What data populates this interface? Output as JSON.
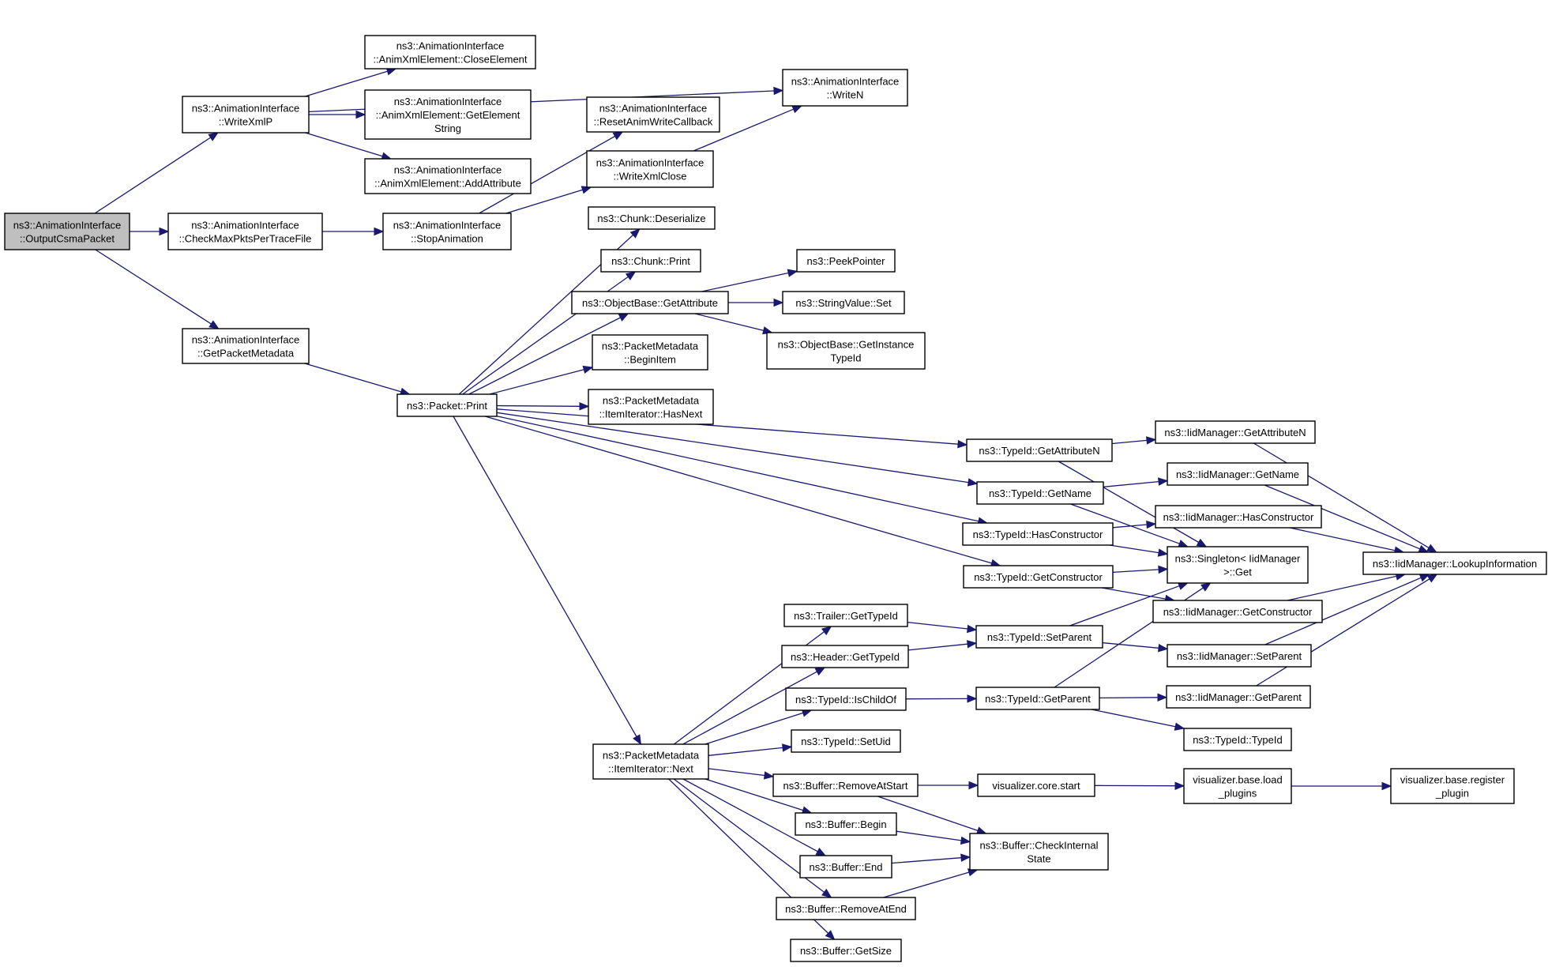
{
  "diagram": {
    "type": "call-graph",
    "colors": {
      "edge": "#191970",
      "node_border": "#000000",
      "root_fill": "#bfbfbf",
      "node_fill": "#ffffff"
    },
    "nodes": [
      {
        "id": "output_csma",
        "lines": [
          "ns3::AnimationInterface",
          "::OutputCsmaPacket"
        ],
        "root": true
      },
      {
        "id": "write_xmlp",
        "lines": [
          "ns3::AnimationInterface",
          "::WriteXmlP"
        ]
      },
      {
        "id": "close_element",
        "lines": [
          "ns3::AnimationInterface",
          "::AnimXmlElement::CloseElement"
        ]
      },
      {
        "id": "get_element_string",
        "lines": [
          "ns3::AnimationInterface",
          "::AnimXmlElement::GetElement",
          "String"
        ]
      },
      {
        "id": "add_attribute",
        "lines": [
          "ns3::AnimationInterface",
          "::AnimXmlElement::AddAttribute"
        ]
      },
      {
        "id": "write_n",
        "lines": [
          "ns3::AnimationInterface",
          "::WriteN"
        ]
      },
      {
        "id": "check_max",
        "lines": [
          "ns3::AnimationInterface",
          "::CheckMaxPktsPerTraceFile"
        ]
      },
      {
        "id": "stop_animation",
        "lines": [
          "ns3::AnimationInterface",
          "::StopAnimation"
        ]
      },
      {
        "id": "reset_anim",
        "lines": [
          "ns3::AnimationInterface",
          "::ResetAnimWriteCallback"
        ]
      },
      {
        "id": "write_xml_close",
        "lines": [
          "ns3::AnimationInterface",
          "::WriteXmlClose"
        ]
      },
      {
        "id": "get_packet_metadata",
        "lines": [
          "ns3::AnimationInterface",
          "::GetPacketMetadata"
        ]
      },
      {
        "id": "packet_print",
        "lines": [
          "ns3::Packet::Print"
        ]
      },
      {
        "id": "chunk_deserialize",
        "lines": [
          "ns3::Chunk::Deserialize"
        ]
      },
      {
        "id": "chunk_print",
        "lines": [
          "ns3::Chunk::Print"
        ]
      },
      {
        "id": "objectbase_getattribute",
        "lines": [
          "ns3::ObjectBase::GetAttribute"
        ]
      },
      {
        "id": "peek_pointer",
        "lines": [
          "ns3::PeekPointer"
        ]
      },
      {
        "id": "stringvalue_set",
        "lines": [
          "ns3::StringValue::Set"
        ]
      },
      {
        "id": "get_instance_typeid",
        "lines": [
          "ns3::ObjectBase::GetInstance",
          "TypeId"
        ]
      },
      {
        "id": "begin_item",
        "lines": [
          "ns3::PacketMetadata",
          "::BeginItem"
        ]
      },
      {
        "id": "item_has_next",
        "lines": [
          "ns3::PacketMetadata",
          "::ItemIterator::HasNext"
        ]
      },
      {
        "id": "typeid_getattributen",
        "lines": [
          "ns3::TypeId::GetAttributeN"
        ]
      },
      {
        "id": "iid_getattributen",
        "lines": [
          "ns3::IidManager::GetAttributeN"
        ]
      },
      {
        "id": "typeid_getname",
        "lines": [
          "ns3::TypeId::GetName"
        ]
      },
      {
        "id": "iid_getname",
        "lines": [
          "ns3::IidManager::GetName"
        ]
      },
      {
        "id": "typeid_hasconstructor",
        "lines": [
          "ns3::TypeId::HasConstructor"
        ]
      },
      {
        "id": "iid_hasconstructor",
        "lines": [
          "ns3::IidManager::HasConstructor"
        ]
      },
      {
        "id": "singleton_get",
        "lines": [
          "ns3::Singleton< IidManager",
          ">::Get"
        ]
      },
      {
        "id": "iid_lookup",
        "lines": [
          "ns3::IidManager::LookupInformation"
        ]
      },
      {
        "id": "typeid_getconstructor",
        "lines": [
          "ns3::TypeId::GetConstructor"
        ]
      },
      {
        "id": "iid_getconstructor",
        "lines": [
          "ns3::IidManager::GetConstructor"
        ]
      },
      {
        "id": "trailer_gettypeid",
        "lines": [
          "ns3::Trailer::GetTypeId"
        ]
      },
      {
        "id": "typeid_setparent",
        "lines": [
          "ns3::TypeId::SetParent"
        ]
      },
      {
        "id": "iid_setparent",
        "lines": [
          "ns3::IidManager::SetParent"
        ]
      },
      {
        "id": "header_gettypeid",
        "lines": [
          "ns3::Header::GetTypeId"
        ]
      },
      {
        "id": "typeid_ischildof",
        "lines": [
          "ns3::TypeId::IsChildOf"
        ]
      },
      {
        "id": "typeid_getparent",
        "lines": [
          "ns3::TypeId::GetParent"
        ]
      },
      {
        "id": "iid_getparent",
        "lines": [
          "ns3::IidManager::GetParent"
        ]
      },
      {
        "id": "typeid_typeid",
        "lines": [
          "ns3::TypeId::TypeId"
        ]
      },
      {
        "id": "typeid_setuid",
        "lines": [
          "ns3::TypeId::SetUid"
        ]
      },
      {
        "id": "item_next",
        "lines": [
          "ns3::PacketMetadata",
          "::ItemIterator::Next"
        ]
      },
      {
        "id": "buffer_removeatstart",
        "lines": [
          "ns3::Buffer::RemoveAtStart"
        ]
      },
      {
        "id": "vis_core_start",
        "lines": [
          "visualizer.core.start"
        ]
      },
      {
        "id": "vis_load_plugins",
        "lines": [
          "visualizer.base.load",
          "_plugins"
        ]
      },
      {
        "id": "vis_register_plugin",
        "lines": [
          "visualizer.base.register",
          "_plugin"
        ]
      },
      {
        "id": "buffer_begin",
        "lines": [
          "ns3::Buffer::Begin"
        ]
      },
      {
        "id": "buffer_checkinternal",
        "lines": [
          "ns3::Buffer::CheckInternal",
          "State"
        ]
      },
      {
        "id": "buffer_end",
        "lines": [
          "ns3::Buffer::End"
        ]
      },
      {
        "id": "buffer_removeatend",
        "lines": [
          "ns3::Buffer::RemoveAtEnd"
        ]
      },
      {
        "id": "buffer_getsize",
        "lines": [
          "ns3::Buffer::GetSize"
        ]
      }
    ],
    "edges": [
      [
        "output_csma",
        "write_xmlp"
      ],
      [
        "output_csma",
        "check_max"
      ],
      [
        "output_csma",
        "get_packet_metadata"
      ],
      [
        "write_xmlp",
        "close_element"
      ],
      [
        "write_xmlp",
        "get_element_string"
      ],
      [
        "write_xmlp",
        "add_attribute"
      ],
      [
        "write_xmlp",
        "write_n"
      ],
      [
        "check_max",
        "stop_animation"
      ],
      [
        "stop_animation",
        "reset_anim"
      ],
      [
        "stop_animation",
        "write_xml_close"
      ],
      [
        "write_xml_close",
        "write_n"
      ],
      [
        "get_packet_metadata",
        "packet_print"
      ],
      [
        "packet_print",
        "chunk_deserialize"
      ],
      [
        "packet_print",
        "chunk_print"
      ],
      [
        "packet_print",
        "objectbase_getattribute"
      ],
      [
        "packet_print",
        "begin_item"
      ],
      [
        "packet_print",
        "item_has_next"
      ],
      [
        "packet_print",
        "typeid_getattributen"
      ],
      [
        "packet_print",
        "typeid_getname"
      ],
      [
        "packet_print",
        "typeid_hasconstructor"
      ],
      [
        "packet_print",
        "typeid_getconstructor"
      ],
      [
        "packet_print",
        "item_next"
      ],
      [
        "objectbase_getattribute",
        "peek_pointer"
      ],
      [
        "objectbase_getattribute",
        "stringvalue_set"
      ],
      [
        "objectbase_getattribute",
        "get_instance_typeid"
      ],
      [
        "typeid_getattributen",
        "iid_getattributen"
      ],
      [
        "typeid_getattributen",
        "singleton_get"
      ],
      [
        "typeid_getname",
        "iid_getname"
      ],
      [
        "typeid_getname",
        "singleton_get"
      ],
      [
        "typeid_hasconstructor",
        "iid_hasconstructor"
      ],
      [
        "typeid_hasconstructor",
        "singleton_get"
      ],
      [
        "typeid_getconstructor",
        "singleton_get"
      ],
      [
        "typeid_getconstructor",
        "iid_getconstructor"
      ],
      [
        "iid_getattributen",
        "iid_lookup"
      ],
      [
        "iid_getname",
        "iid_lookup"
      ],
      [
        "iid_hasconstructor",
        "iid_lookup"
      ],
      [
        "iid_getconstructor",
        "iid_lookup"
      ],
      [
        "iid_setparent",
        "iid_lookup"
      ],
      [
        "iid_getparent",
        "iid_lookup"
      ],
      [
        "item_next",
        "trailer_gettypeid"
      ],
      [
        "item_next",
        "header_gettypeid"
      ],
      [
        "item_next",
        "typeid_ischildof"
      ],
      [
        "item_next",
        "typeid_setuid"
      ],
      [
        "item_next",
        "buffer_removeatstart"
      ],
      [
        "item_next",
        "buffer_begin"
      ],
      [
        "item_next",
        "buffer_end"
      ],
      [
        "item_next",
        "buffer_removeatend"
      ],
      [
        "item_next",
        "buffer_getsize"
      ],
      [
        "trailer_gettypeid",
        "typeid_setparent"
      ],
      [
        "header_gettypeid",
        "typeid_setparent"
      ],
      [
        "typeid_setparent",
        "singleton_get"
      ],
      [
        "typeid_setparent",
        "iid_setparent"
      ],
      [
        "typeid_ischildof",
        "typeid_getparent"
      ],
      [
        "typeid_getparent",
        "singleton_get"
      ],
      [
        "typeid_getparent",
        "iid_getparent"
      ],
      [
        "typeid_getparent",
        "typeid_typeid"
      ],
      [
        "buffer_removeatstart",
        "vis_core_start"
      ],
      [
        "buffer_removeatstart",
        "buffer_checkinternal"
      ],
      [
        "vis_core_start",
        "vis_load_plugins"
      ],
      [
        "vis_load_plugins",
        "vis_register_plugin"
      ],
      [
        "buffer_begin",
        "buffer_checkinternal"
      ],
      [
        "buffer_end",
        "buffer_checkinternal"
      ],
      [
        "buffer_removeatend",
        "buffer_checkinternal"
      ]
    ]
  }
}
